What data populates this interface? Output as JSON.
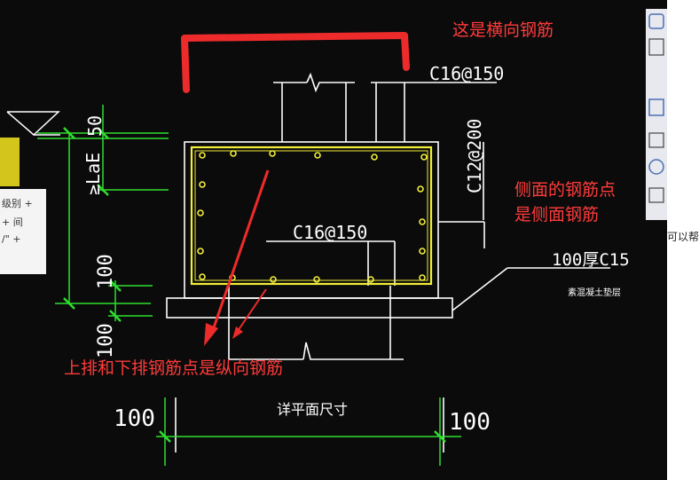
{
  "labels": {
    "c16_top": "C16@150",
    "c16_mid": "C16@150",
    "c12_side": "C12@200",
    "dim_50": "50",
    "dim_lae": "≥LaE",
    "dim_100_a": "100",
    "dim_100_b": "100",
    "dim_100_left": "100",
    "dim_100_right": "100",
    "concrete": "100厚C15",
    "concrete_sub": "素混凝土垫层",
    "plan_size": "详平面尺寸"
  },
  "annotations": {
    "transverse": "这是横向钢筋",
    "side_1": "侧面的钢筋点",
    "side_2": "是侧面钢筋",
    "longitudinal": "上排和下排钢筋点是纵向钢筋"
  },
  "side_note": "可以帮",
  "panel_text": {
    "line1": "级别 +",
    "line2": "+ 间",
    "line3": "/\" +"
  },
  "colors": {
    "background": "#0b0b0b",
    "rebar_outline": "#f2ee3a",
    "dimension": "#2ee02e",
    "annotation": "#ff3b3b"
  }
}
